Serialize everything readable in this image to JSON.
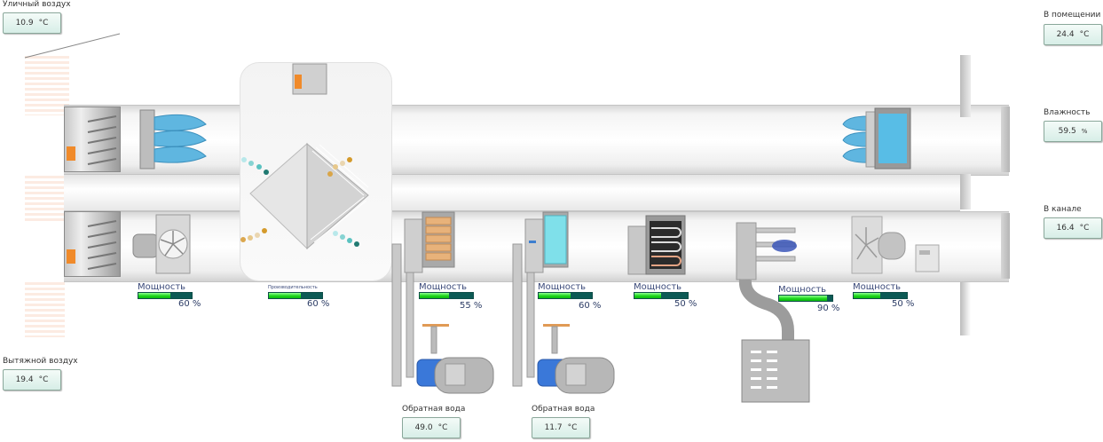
{
  "sensors": {
    "outdoor_air": {
      "label": "Уличный воздух",
      "value": "10.9",
      "unit": "°C"
    },
    "exhaust_air": {
      "label": "Вытяжной воздух",
      "value": "19.4",
      "unit": "°C"
    },
    "room": {
      "label": "В помещении",
      "value": "24.4",
      "unit": "°C"
    },
    "humidity": {
      "label": "Влажность",
      "value": "59.5",
      "unit": "%"
    },
    "duct": {
      "label": "В канале",
      "value": "16.4",
      "unit": "°C"
    },
    "return_water_heater": {
      "label": "Обратная вода",
      "value": "49.0",
      "unit": "°C"
    },
    "return_water_cooler": {
      "label": "Обратная вода",
      "value": "11.7",
      "unit": "°C"
    }
  },
  "power": [
    {
      "id": "exhaust-fan",
      "label": "Мощность",
      "value": 60,
      "display": "60 %"
    },
    {
      "id": "recuperator",
      "label": "Производительность",
      "value": 60,
      "display": "60 %"
    },
    {
      "id": "water-heater",
      "label": "Мощность",
      "value": 55,
      "display": "55 %"
    },
    {
      "id": "water-cooler",
      "label": "Мощность",
      "value": 60,
      "display": "60 %"
    },
    {
      "id": "electric-heater",
      "label": "Мощность",
      "value": 50,
      "display": "50 %"
    },
    {
      "id": "humidifier",
      "label": "Мощность",
      "value": 90,
      "display": "90 %"
    },
    {
      "id": "supply-fan",
      "label": "Мощность",
      "value": 50,
      "display": "50 %"
    }
  ],
  "colors": {
    "bar_fill": "#19d419",
    "bar_track": "#0c5a55",
    "label_text": "#3b4a7a",
    "value_box_bg": "#d7eee7",
    "filter_blue": "#5fb6e0",
    "damper_orange": "#f08a2a",
    "heater_coil": "#e8b27a",
    "cooler_coil": "#7fe0ea"
  }
}
